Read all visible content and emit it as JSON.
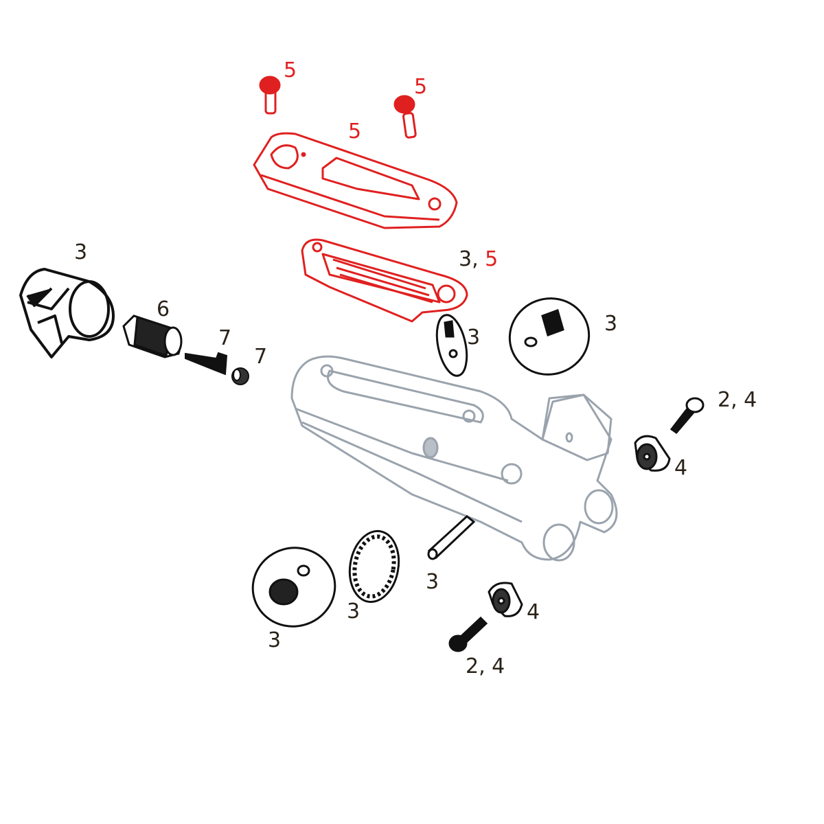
{
  "diagram": {
    "type": "exploded-parts-view",
    "colors": {
      "highlight": "#e02020",
      "parts": "#111111",
      "body": "#9aa3ad",
      "label": "#2a2218"
    },
    "labels": [
      {
        "id": "screw-top-left",
        "text": "5",
        "color": "red"
      },
      {
        "id": "screw-top-right",
        "text": "5",
        "color": "red"
      },
      {
        "id": "reservoir-cover",
        "text": "5",
        "color": "red"
      },
      {
        "id": "reservoir-bladder-a",
        "text": "3,",
        "color": "dark"
      },
      {
        "id": "reservoir-bladder-b",
        "text": "5",
        "color": "red"
      },
      {
        "id": "clamp",
        "text": "3"
      },
      {
        "id": "adjuster-barrel",
        "text": "6"
      },
      {
        "id": "hose-barb",
        "text": "7"
      },
      {
        "id": "olive",
        "text": "7"
      },
      {
        "id": "bleed-port-kit",
        "text": "3"
      },
      {
        "id": "reach-adjust-kit",
        "text": "3"
      },
      {
        "id": "pivot-bolt-top",
        "text": "2, 4"
      },
      {
        "id": "bearing-top",
        "text": "4"
      },
      {
        "id": "pin",
        "text": "3"
      },
      {
        "id": "gear",
        "text": "3"
      },
      {
        "id": "nut-kit",
        "text": "3"
      },
      {
        "id": "bearing-bottom",
        "text": "4"
      },
      {
        "id": "pivot-bolt-bottom",
        "text": "2, 4"
      }
    ]
  }
}
